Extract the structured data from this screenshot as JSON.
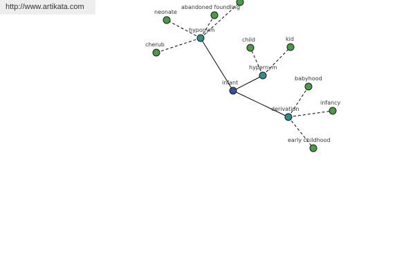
{
  "banner": {
    "url_text": "http://www.artikata.com"
  },
  "graph": {
    "colors": {
      "root": "#3b4c9a",
      "relation": "#2f8c8a",
      "leaf": "#4a9a4a"
    },
    "nodes": [
      {
        "id": "infant",
        "label": "infant",
        "kind": "root"
      },
      {
        "id": "hyponym",
        "label": "hyponym",
        "kind": "relation"
      },
      {
        "id": "hypernym",
        "label": "hypernym",
        "kind": "relation"
      },
      {
        "id": "derivation",
        "label": "derivation",
        "kind": "relation"
      },
      {
        "id": "neonate",
        "label": "neonate",
        "kind": "leaf"
      },
      {
        "id": "abandoned-foundling",
        "label": "abandoned foundling",
        "kind": "leaf"
      },
      {
        "id": "cherub",
        "label": "cherub",
        "kind": "leaf"
      },
      {
        "id": "offscreen-top",
        "label": "",
        "kind": "leaf"
      },
      {
        "id": "child",
        "label": "child",
        "kind": "leaf"
      },
      {
        "id": "kid",
        "label": "kid",
        "kind": "leaf"
      },
      {
        "id": "babyhood",
        "label": "babyhood",
        "kind": "leaf"
      },
      {
        "id": "infancy",
        "label": "infancy",
        "kind": "leaf"
      },
      {
        "id": "early-childhood",
        "label": "early childhood",
        "kind": "leaf"
      }
    ],
    "edges": [
      {
        "from": "infant",
        "to": "hyponym",
        "style": "solid"
      },
      {
        "from": "infant",
        "to": "hypernym",
        "style": "solid"
      },
      {
        "from": "infant",
        "to": "derivation",
        "style": "solid"
      },
      {
        "from": "hyponym",
        "to": "neonate",
        "style": "dashed"
      },
      {
        "from": "hyponym",
        "to": "abandoned-foundling",
        "style": "dashed"
      },
      {
        "from": "hyponym",
        "to": "cherub",
        "style": "dashed"
      },
      {
        "from": "hyponym",
        "to": "offscreen-top",
        "style": "dashed"
      },
      {
        "from": "hypernym",
        "to": "child",
        "style": "dashed"
      },
      {
        "from": "hypernym",
        "to": "kid",
        "style": "dashed"
      },
      {
        "from": "derivation",
        "to": "babyhood",
        "style": "dashed"
      },
      {
        "from": "derivation",
        "to": "infancy",
        "style": "dashed"
      },
      {
        "from": "derivation",
        "to": "early-childhood",
        "style": "dashed"
      }
    ]
  }
}
